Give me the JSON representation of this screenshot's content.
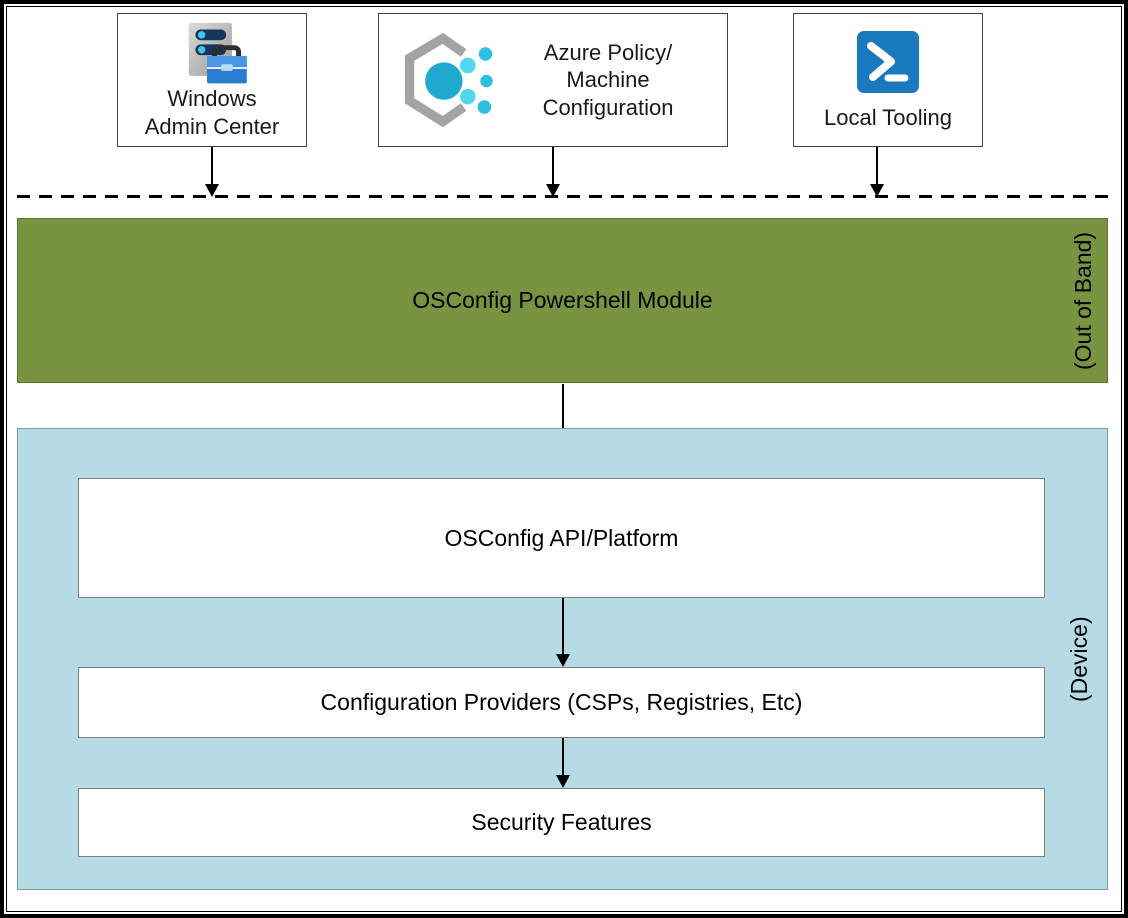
{
  "diagram": {
    "top_boxes": [
      {
        "id": "windows-admin-center",
        "label": "Windows\nAdmin Center",
        "icon": "windows-admin-center-icon"
      },
      {
        "id": "azure-policy-machine-configuration",
        "label": "Azure Policy/\nMachine\nConfiguration",
        "icon": "azure-policy-icon"
      },
      {
        "id": "local-tooling",
        "label": "Local Tooling",
        "icon": "powershell-icon"
      }
    ],
    "out_of_band": {
      "module_label": "OSConfig Powershell Module",
      "side_label": "(Out of Band)"
    },
    "device": {
      "side_label": "(Device)",
      "layers": [
        {
          "label": "OSConfig API/Platform"
        },
        {
          "label": "Configuration Providers (CSPs, Registries, Etc)"
        },
        {
          "label": "Security Features"
        }
      ]
    },
    "colors": {
      "module_green": "#789440",
      "device_blue": "#B6DBE5",
      "powershell_blue": "#1B79BE",
      "azure_teal": "#1FA9CE",
      "azure_dot_light": "#53D7F0",
      "azure_dot_mid": "#2EC0E2",
      "toolbox_blue": "#2B7CD3",
      "server_slot_navy": "#14365A",
      "hexagon_gray": "#A3A3A3",
      "border_black": "#000000"
    }
  }
}
